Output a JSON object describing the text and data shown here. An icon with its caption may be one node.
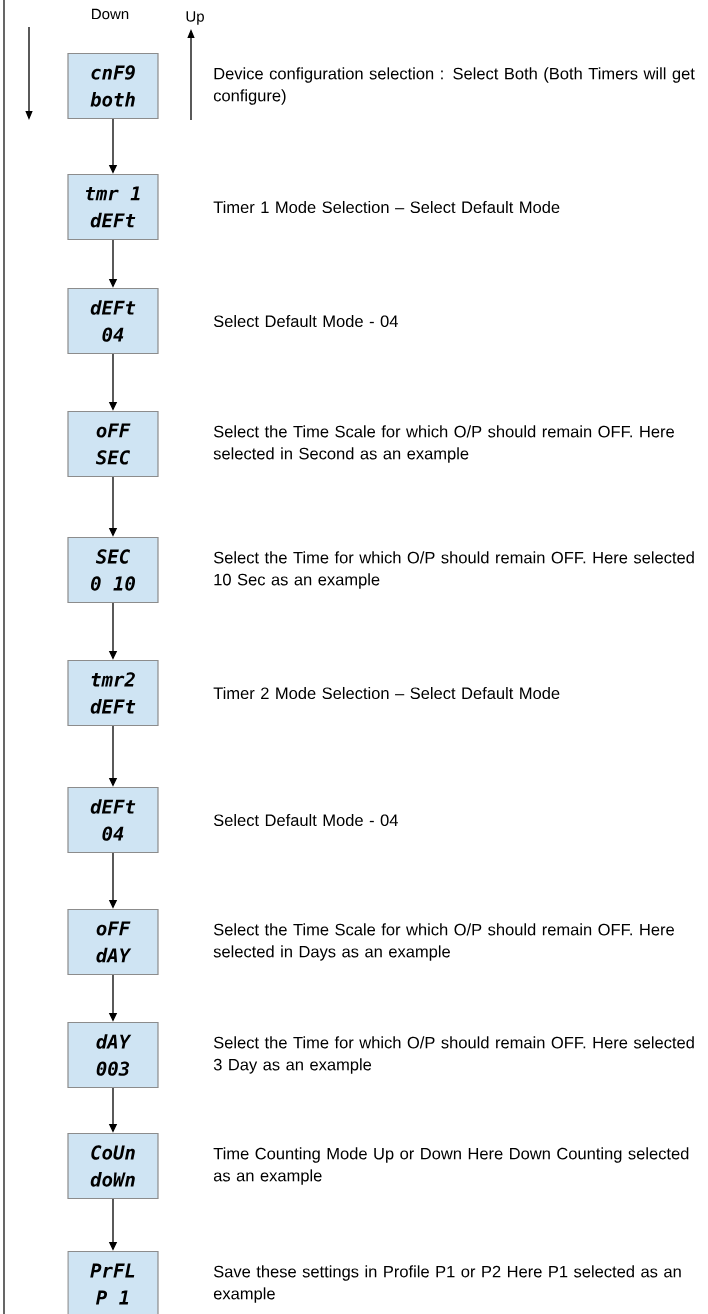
{
  "diagram": {
    "nodes": [
      {
        "text": [
          "cnF9",
          "both"
        ],
        "beside": [
          "Device configuration selection : Select Both (Both Timers will get configure)"
        ]
      },
      {
        "text": [
          "tmr 1",
          "dEFt"
        ],
        "beside": [
          "Timer 1 Mode Selection – Select Default Mode"
        ]
      },
      {
        "text": [
          "dEFt",
          "04"
        ],
        "beside": [
          "Select Default Mode - 04"
        ]
      },
      {
        "text": [
          "oFF",
          "SEC"
        ],
        "beside": [
          "Select the Time Scale for which O/P should remain OFF. Here selected in Second as an example"
        ]
      },
      {
        "text": [
          "SEC",
          "0 10"
        ],
        "beside": [
          "Select the Time for which O/P should remain OFF. Here selected 10 Sec  as an example"
        ]
      },
      {
        "text": [
          "tmr2",
          "dEFt"
        ],
        "beside": [
          "Timer 2 Mode Selection – Select Default Mode"
        ]
      },
      {
        "text": [
          "dEFt",
          "04"
        ],
        "beside": [
          "Select Default Mode - 04"
        ]
      },
      {
        "text": [
          "oFF",
          "dAY"
        ],
        "beside": [
          "Select the Time Scale for which O/P should remain OFF. Here selected in Days as an example"
        ]
      },
      {
        "text": [
          "dAY",
          "003"
        ],
        "beside": [
          "Select the Time for which O/P should remain OFF. Here selected 3 Day  as an example"
        ]
      },
      {
        "text": [
          "CoUn",
          "doWn"
        ],
        "beside": [
          "Time Counting Mode Up or Down Here Down Counting selected as an example"
        ]
      },
      {
        "text": [
          "PrFL",
          "P 1"
        ],
        "beside": [
          "Save these settings in Profile P1 or P2 Here P1 selected as an example"
        ]
      }
    ],
    "edges": [
      {
        "from": 0,
        "to": 1,
        "arrow": "to"
      },
      {
        "from": 1,
        "to": 2,
        "arrow": "to"
      },
      {
        "from": 2,
        "to": 3,
        "arrow": "to"
      },
      {
        "from": 3,
        "to": 4,
        "arrow": "to"
      },
      {
        "from": 4,
        "to": 5,
        "arrow": "to"
      },
      {
        "from": 5,
        "to": 6,
        "arrow": "to"
      },
      {
        "from": 6,
        "to": 7,
        "arrow": "to"
      },
      {
        "from": 7,
        "to": 8,
        "arrow": "to"
      },
      {
        "from": 8,
        "to": 9,
        "arrow": "to"
      },
      {
        "from": 9,
        "to": 10,
        "arrow": "to"
      }
    ],
    "labels": [
      "Down",
      "Up"
    ]
  }
}
